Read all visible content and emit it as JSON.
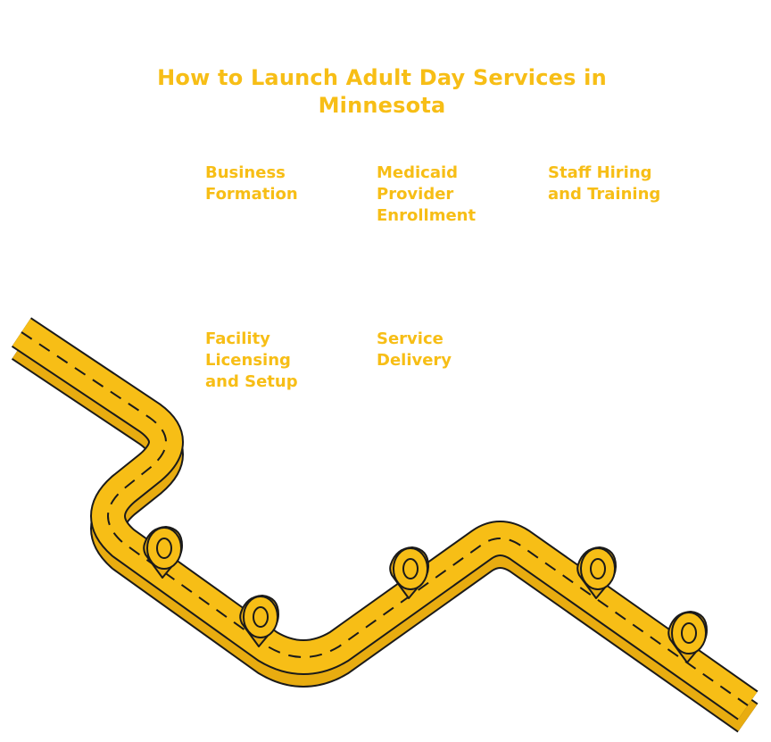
{
  "title": "How to Launch Adult Day Services in Minnesota",
  "colors": {
    "accent": "#F7BE16",
    "outline": "#1A1A1A"
  },
  "steps": [
    {
      "label": "Business\nFormation"
    },
    {
      "label": "Medicaid\nProvider\nEnrollment"
    },
    {
      "label": "Staff Hiring\nand Training"
    },
    {
      "label": "Facility\nLicensing\nand Setup"
    },
    {
      "label": "Service\nDelivery"
    }
  ],
  "markers": [
    {
      "icon": "map-pin-icon"
    },
    {
      "icon": "map-pin-icon"
    },
    {
      "icon": "map-pin-icon"
    },
    {
      "icon": "map-pin-icon"
    },
    {
      "icon": "map-pin-icon"
    }
  ]
}
